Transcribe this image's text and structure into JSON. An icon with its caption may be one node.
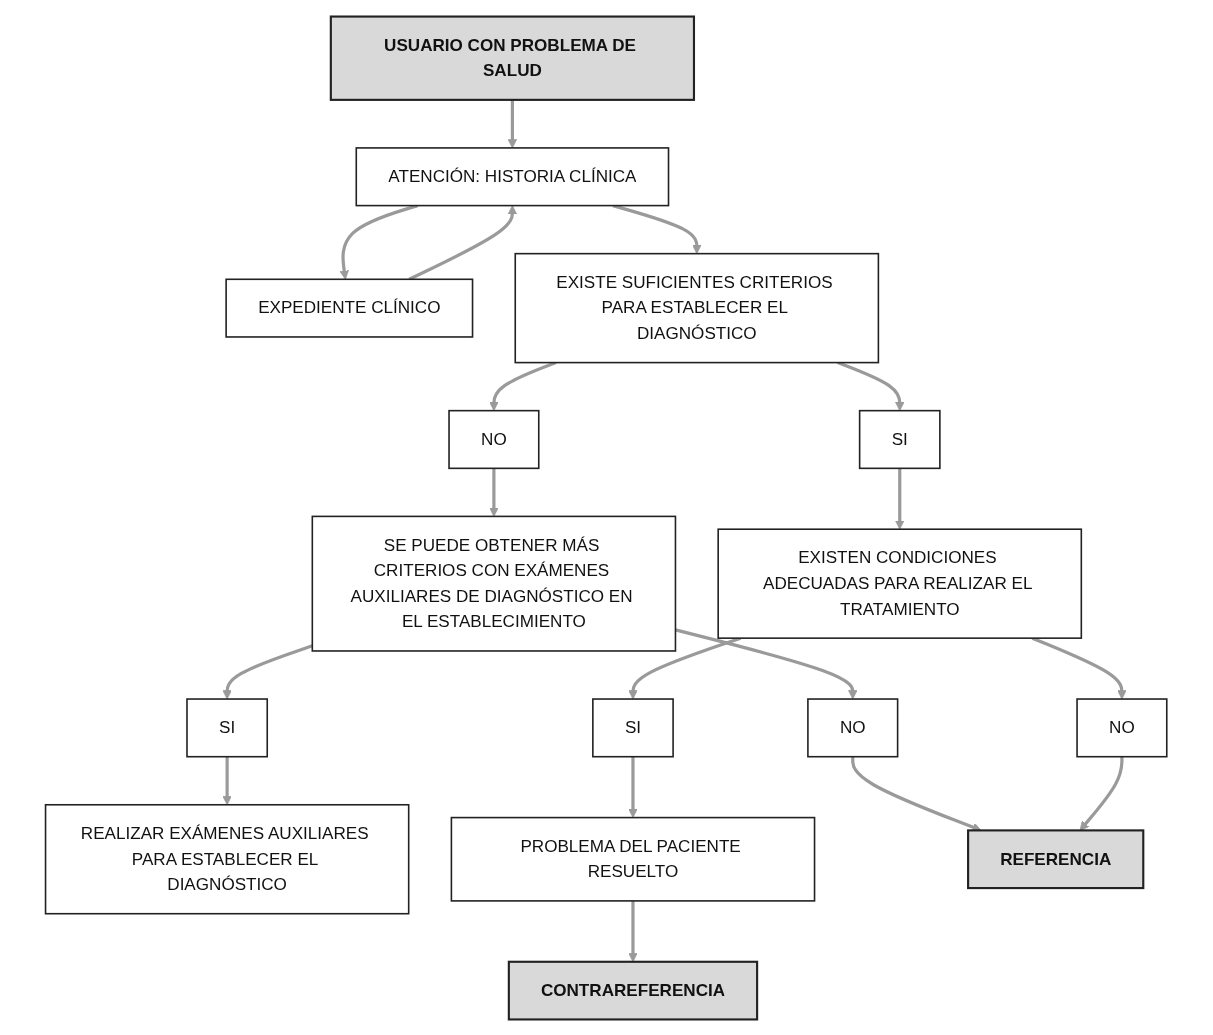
{
  "diagram": {
    "nodes": [
      {
        "text": [
          "USUARIO CON PROBLEMA DE SALUD"
        ]
      },
      {
        "text": [
          "ATENCIÓN: HISTORIA CLÍNICA"
        ]
      },
      {
        "text": [
          "EXPEDIENTE CLÍNICO"
        ]
      },
      {
        "text": [
          "EXISTE SUFICIENTES CRITERIOS PARA ESTABLECER EL DIAGNÓSTICO"
        ]
      },
      {
        "text": [
          "NO"
        ]
      },
      {
        "text": [
          "SI"
        ]
      },
      {
        "text": [
          "SE PUEDE OBTENER MÁS CRITERIOS CON EXÁMENES AUXILIARES DE DIAGNÓSTICO EN EL ESTABLECIMIENTO"
        ]
      },
      {
        "text": [
          "EXISTEN CONDICIONES ADECUADAS PARA REALIZAR EL TRATAMIENTO"
        ]
      },
      {
        "text": [
          "NO"
        ]
      },
      {
        "text": [
          "SI"
        ]
      },
      {
        "text": [
          "NO"
        ]
      },
      {
        "text": [
          "SI"
        ]
      },
      {
        "text": [
          "REALIZAR EXÁMENES AUXILIARES PARA ESTABLECER EL DIAGNÓSTICO"
        ]
      },
      {
        "text": [
          "PROBLEMA DEL PACIENTE RESUELTO"
        ]
      },
      {
        "text": [
          "REFERENCIA"
        ]
      },
      {
        "text": [
          "CONTRAREFERENCIA"
        ]
      }
    ],
    "edges": [
      {
        "from": 0,
        "to": 1,
        "arrow": "to"
      },
      {
        "from": 1,
        "to": 2,
        "arrow": "to"
      },
      {
        "from": 2,
        "to": 1,
        "arrow": "to"
      },
      {
        "from": 1,
        "to": 3,
        "arrow": "to"
      },
      {
        "from": 3,
        "to": 4,
        "arrow": "to"
      },
      {
        "from": 4,
        "to": 6,
        "arrow": "to"
      },
      {
        "from": 3,
        "to": 5,
        "arrow": "to"
      },
      {
        "from": 5,
        "to": 7,
        "arrow": "to"
      },
      {
        "from": 6,
        "to": 8,
        "arrow": "to"
      },
      {
        "from": 8,
        "to": 14,
        "arrow": "to"
      },
      {
        "from": 6,
        "to": 9,
        "arrow": "to"
      },
      {
        "from": 9,
        "to": 12,
        "arrow": "to"
      },
      {
        "from": 7,
        "to": 10,
        "arrow": "to"
      },
      {
        "from": 10,
        "to": 14,
        "arrow": "to"
      },
      {
        "from": 7,
        "to": 11,
        "arrow": "to"
      },
      {
        "from": 11,
        "to": 13,
        "arrow": "to"
      },
      {
        "from": 13,
        "to": 15,
        "arrow": "to"
      }
    ]
  }
}
